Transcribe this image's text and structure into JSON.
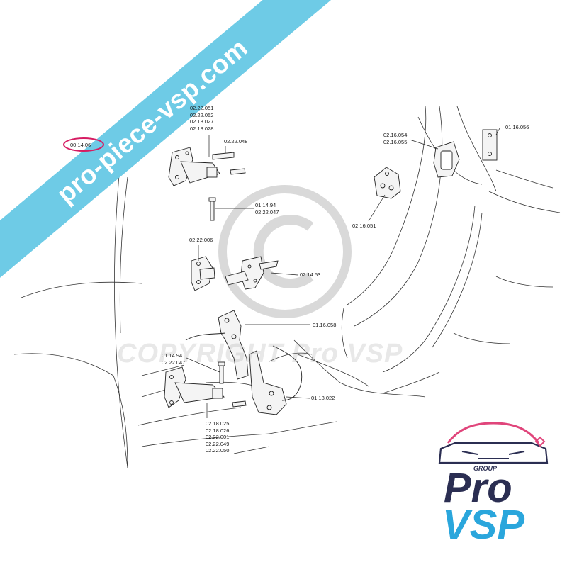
{
  "watermark_banner": "pro-piece-vsp.com",
  "copyright_watermark": "COPYRIGHT Pro VSP",
  "highlighted_callout": "00.14.06",
  "callouts": {
    "hinge_upper": [
      "02.22.051",
      "02.22.052",
      "02.18.027",
      "02.18.028"
    ],
    "bolt_upper": [
      "02.22.048"
    ],
    "pin_upper": [
      "01.14.94",
      "02.22.047"
    ],
    "bracket_mid": [
      "02.22.006"
    ],
    "check_strap": [
      "02.14.53"
    ],
    "striker_plate": [
      "02.16.054",
      "02.16.055"
    ],
    "block": [
      "01.16.056"
    ],
    "striker_small": [
      "02.16.051"
    ],
    "lower_hinge_arm": [
      "01.16.058"
    ],
    "pin_lower": [
      "01.14.94",
      "02.22.047"
    ],
    "lock_lower": [
      "01.18.022"
    ],
    "hinge_lower": [
      "02.18.025",
      "02.18.026",
      "02.22.001",
      "02.22.049",
      "02.22.050"
    ]
  },
  "logo": {
    "group": "GROUP",
    "pro": "Pro",
    "vsp": "VSP",
    "colors": {
      "pink": "#e0457b",
      "navy": "#2b2e52",
      "blue": "#2aa6dc"
    }
  },
  "colors": {
    "banner": "#6ecbe6",
    "highlight": "#d61c62",
    "line": "#1a1a1a"
  }
}
